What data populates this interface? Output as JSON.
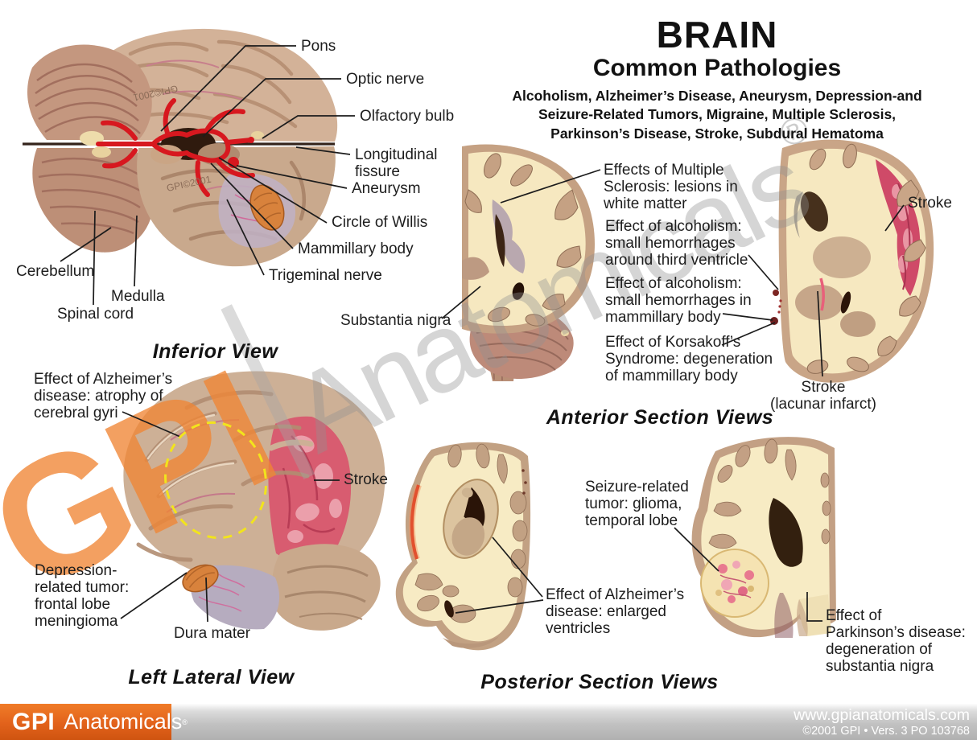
{
  "header": {
    "title": "BRAIN",
    "subtitle": "Common Pathologies",
    "description": "Alcoholism, Alzheimer’s Disease, Aneurysm, Depression-and\nSeizure-Related Tumors, Migraine, Multiple Sclerosis,\nParkinson’s Disease, Stroke, Subdural Hematoma"
  },
  "inferior": {
    "caption": "Inferior View",
    "stamp": "GPI©2001",
    "labels": {
      "pons": "Pons",
      "optic_nerve": "Optic nerve",
      "olfactory_bulb": "Olfactory bulb",
      "longitudinal_fissure": "Longitudinal\nfissure",
      "aneurysm": "Aneurysm",
      "circle_of_willis": "Circle of Willis",
      "mammillary_body": "Mammillary body",
      "trigeminal_nerve": "Trigeminal nerve",
      "cerebellum": "Cerebellum",
      "medulla": "Medulla",
      "spinal_cord": "Spinal cord"
    }
  },
  "anterior": {
    "caption": "Anterior Section Views",
    "labels": {
      "multiple_sclerosis": "Effects of Multiple\nSclerosis: lesions in\nwhite matter",
      "alcoholism_ventricle": "Effect of alcoholism:\nsmall hemorrhages\naround third ventricle",
      "alcoholism_mammillary": "Effect of alcoholism:\nsmall hemorrhages in\nmammillary body",
      "korsakoff": "Effect of Korsakoff’s\nSyndrome: degeneration\nof mammillary body",
      "substantia_nigra": "Substantia nigra",
      "stroke": "Stroke",
      "stroke_lacunar": "Stroke\n(lacunar infarct)"
    }
  },
  "lateral": {
    "caption": "Left Lateral View",
    "labels": {
      "alzheimers_atrophy": "Effect of Alzheimer’s\ndisease: atrophy of\ncerebral gyri",
      "stroke": "Stroke",
      "depression_tumor": "Depression-\nrelated tumor:\nfrontal lobe\nmeningioma",
      "dura_mater": "Dura mater"
    }
  },
  "posterior": {
    "caption": "Posterior Section Views",
    "labels": {
      "seizure_tumor": "Seizure-related\ntumor: glioma,\ntemporal lobe",
      "alzheimers_ventricles": "Effect of Alzheimer’s\ndisease: enlarged\nventricles",
      "parkinsons": "Effect of\nParkinson’s disease:\ndegeneration of\nsubstantia nigra"
    }
  },
  "watermark": {
    "gpi": "GPI",
    "rest": "Anatomicals",
    "registered": "®"
  },
  "footer": {
    "logo_gpi": "GPI",
    "logo_rest": "Anatomicals",
    "logo_registered": "®",
    "website": "www.gpianatomicals.com",
    "copyright": "©2001 GPI • Vers. 3 PO 103768"
  },
  "colors": {
    "accent_orange": "#e2621b",
    "watermark_orange": "#ef8534",
    "artery_red": "#d7181f",
    "stroke_pink": "#cf4a68",
    "tumor_orange": "#d8823c",
    "highlight_yellow": "#f2e41c",
    "section_cream": "#f6e8c0",
    "brain_tan": "#cdab90"
  }
}
